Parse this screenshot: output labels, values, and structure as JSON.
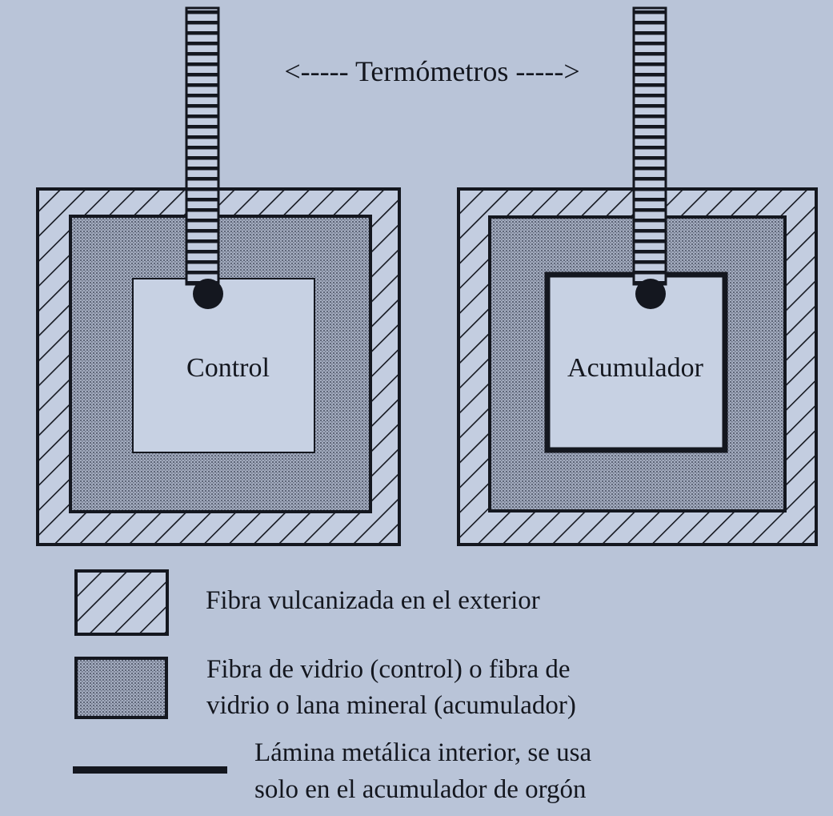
{
  "header": {
    "thermometers_label": "<----- Termómetros ----->"
  },
  "boxes": [
    {
      "id": "control",
      "label": "Control"
    },
    {
      "id": "acumulador",
      "label": "Acumulador"
    }
  ],
  "legend": [
    {
      "swatch": "hatch",
      "lines": [
        "Fibra vulcanizada en el exterior"
      ]
    },
    {
      "swatch": "dotted",
      "lines": [
        "Fibra de vidrio (control) o fibra de",
        "vidrio o lana mineral (acumulador)"
      ]
    },
    {
      "swatch": "line",
      "lines": [
        "Lámina metálica interior, se usa",
        "solo en el acumulador de orgón"
      ]
    }
  ],
  "colors": {
    "background": "#b9c4d8",
    "ink": "#14171f",
    "dotted_fill": "#8e98ad"
  }
}
